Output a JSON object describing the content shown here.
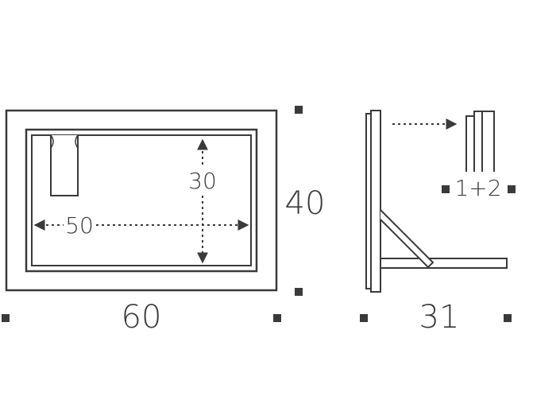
{
  "front_view": {
    "outer_width_label": "60",
    "outer_height_label": "40",
    "inner_width_label": "50",
    "inner_height_label": "30"
  },
  "side_view": {
    "depth_label": "31",
    "layers_label": "1+2"
  },
  "colors": {
    "line": "#3a3a3a",
    "text": "#3a3a3a",
    "background": "#ffffff"
  }
}
